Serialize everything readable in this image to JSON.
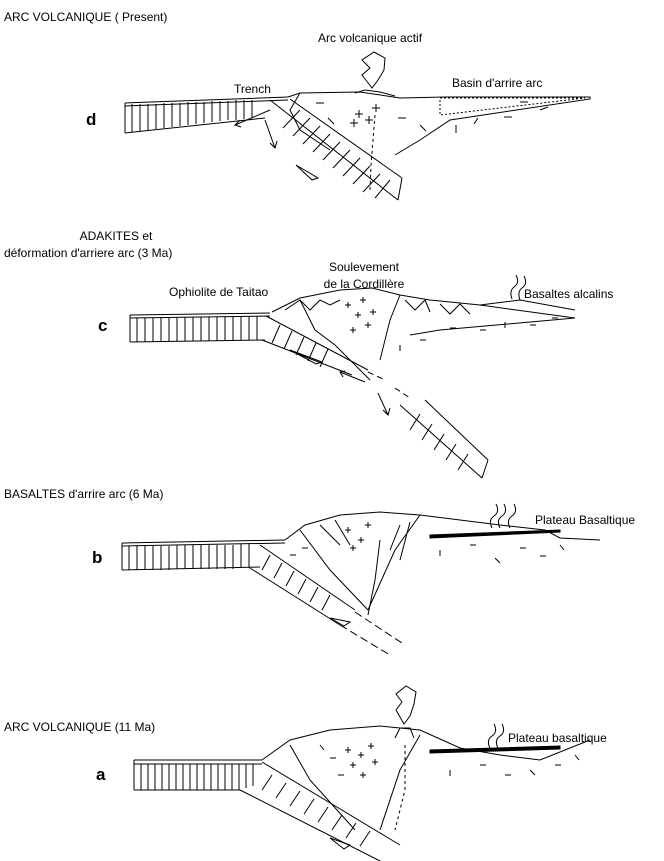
{
  "panels": [
    {
      "letter": "d",
      "stage_title": "ARC VOLCANIQUE ( Present)",
      "labels": {
        "arc": "Arc volcanique actif",
        "trench": "Trench",
        "basin": "Basin d'arrire arc"
      }
    },
    {
      "letter": "c",
      "stage_title_1": "ADAKITES et",
      "stage_title_2": "déformation d'arriere arc (3 Ma)",
      "labels": {
        "ophiolite": "Ophiolite de Taitao",
        "uplift_1": "Soulevement",
        "uplift_2": "de la Cordillère",
        "alkaline": "Basaltes alcalins"
      }
    },
    {
      "letter": "b",
      "stage_title": "BASALTES d'arrire arc (6 Ma)",
      "labels": {
        "plateau": "Plateau Basaltique"
      }
    },
    {
      "letter": "a",
      "stage_title": "ARC VOLCANIQUE (11 Ma)",
      "labels": {
        "plateau": "Plateau basaltique"
      }
    }
  ]
}
